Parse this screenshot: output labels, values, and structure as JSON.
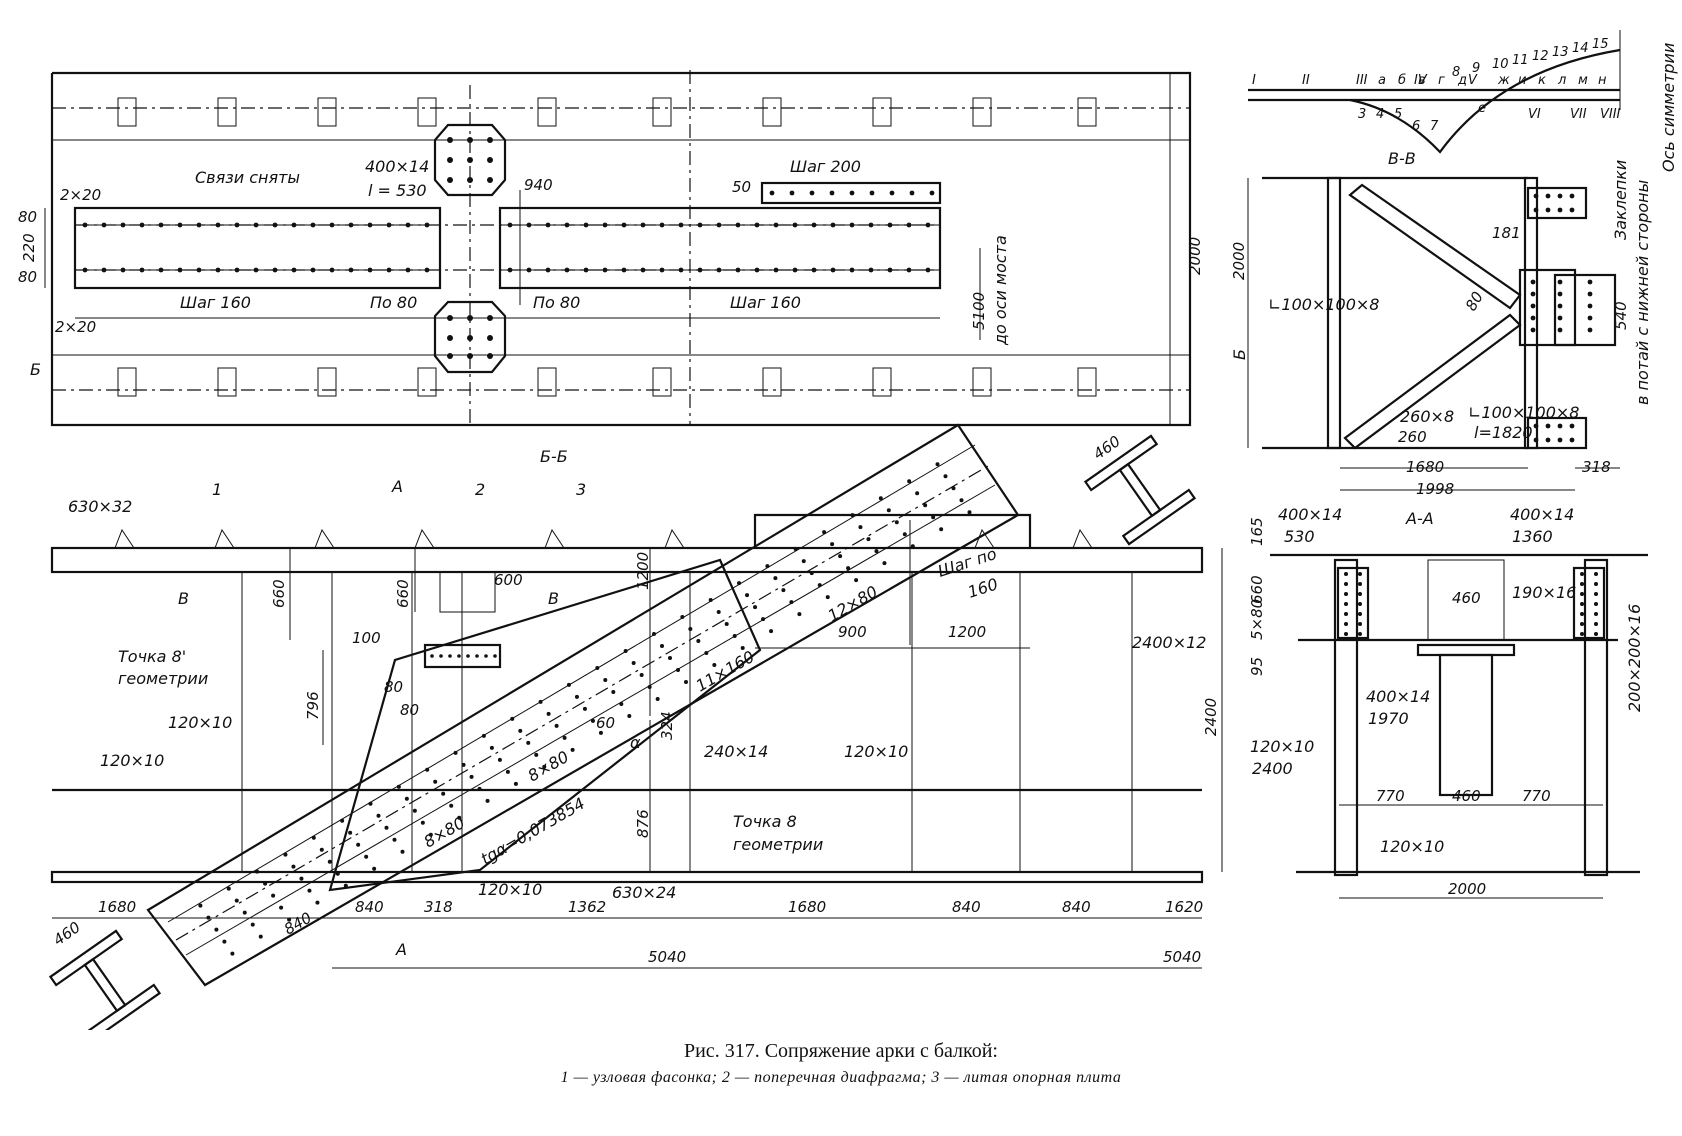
{
  "caption": {
    "title": "Рис. 317. Сопряжение арки с балкой:",
    "legend": "1 — узловая фасонка; 2 — поперечная диафрагма; 3 — литая опорная плита"
  },
  "plan_view": {
    "labels": {
      "links_removed": "Связи сняты",
      "plate_size": "400×14",
      "plate_length": "l = 530",
      "spacing_200": "Шаг 200",
      "spacing_160_left": "Шаг 160",
      "spacing_160_right": "Шаг 160",
      "by_80_left": "По 80",
      "by_80_right": "По 80",
      "to_bridge_axis": "до оси моста",
      "section_b": "Б"
    },
    "dims": {
      "d2x20_top": "2×20",
      "d2x20_bot": "2×20",
      "d80_top": "80",
      "d220": "220",
      "d80_bot": "80",
      "d940": "940",
      "d50": "50",
      "d5100": "5100",
      "d2000": "2000"
    }
  },
  "section_bb": {
    "title": "Б-Б",
    "labels": {
      "top_plate": "630×32",
      "item1": "1",
      "item2": "2",
      "item3": "3",
      "section_a_top": "А",
      "section_v_left": "В",
      "section_v_right": "В",
      "geom_point_8p_1": "Точка 8'",
      "geom_point_8p_2": "геометрии",
      "geom_point_8_1": "Точка 8",
      "geom_point_8_2": "геометрии",
      "stiff_120x10_a": "120×10",
      "stiff_120x10_b": "120×10",
      "stiff_120x10_c": "120×10",
      "stiff_120x10_d": "120×10",
      "plate_240x14": "240×14",
      "web_2400x12": "2400×12",
      "bottom_plate": "630×24",
      "tg_alpha": "tgα=0,073854",
      "alpha": "α",
      "spacing_160_1": "Шаг по",
      "spacing_160_2": "160",
      "pitch_12x80": "12×80",
      "pitch_11x160": "11×160",
      "pitch_8x80_a": "8×80",
      "pitch_8x80_b": "8×80",
      "section_a_bottom": "А"
    },
    "dims": {
      "d660_a": "660",
      "d660_b": "660",
      "d600": "600",
      "d100": "100",
      "d796": "796",
      "d80_a": "80",
      "d80_b": "80",
      "d60": "60",
      "d324": "324",
      "d876": "876",
      "d1200_v": "1200",
      "d900": "900",
      "d1200_h": "1200",
      "d2400": "2400",
      "d460_top": "460",
      "d460_bot": "460"
    },
    "bottom_chain": [
      "1680",
      "840",
      "318",
      "1362",
      "1680",
      "840",
      "840",
      "1620"
    ],
    "bottom_extra": {
      "d840_diag": "840",
      "d5040_a": "5040",
      "d5040_b": "5040"
    }
  },
  "section_vv": {
    "title": "В-В",
    "labels": {
      "angle_left": "∟100×100×8",
      "angle_diag": "∟100×100×8",
      "angle_len": "l=1820",
      "plate_260x8": "260×8",
      "rivets_note_1": "Заклепки",
      "rivets_note_2": "в потай с нижней стороны"
    },
    "dims": {
      "d2000": "2000",
      "d181": "181",
      "d80": "80",
      "d540": "540",
      "d260": "260",
      "d1680": "1680",
      "d1998": "1998",
      "d318": "318"
    }
  },
  "section_aa": {
    "title": "А-А",
    "labels": {
      "pl_400x14_530_a": "400×14",
      "pl_400x14_530_b": "530",
      "pl_400x14_1360_a": "400×14",
      "pl_400x14_1360_b": "1360",
      "pl_190x16": "190×16",
      "pl_200x200x16": "200×200×16",
      "pl_400x14_1970_a": "400×14",
      "pl_400x14_1970_b": "1970",
      "pl_120x10_2400_a": "120×10",
      "pl_120x10_2400_b": "2400",
      "pl_120x10": "120×10"
    },
    "dims": {
      "d165": "165",
      "d660": "660",
      "d5x80": "5×80",
      "d95": "95",
      "d460_top": "460",
      "d770_l": "770",
      "d460_mid": "460",
      "d770_r": "770",
      "d2000": "2000"
    }
  },
  "arch_scheme": {
    "roman": [
      "I",
      "II",
      "III",
      "IV",
      "V",
      "VI",
      "VII",
      "VIII"
    ],
    "letters": [
      "а",
      "б",
      "в",
      "г",
      "д",
      "е",
      "ж",
      "и",
      "к",
      "л",
      "м",
      "н"
    ],
    "numbers": [
      "3",
      "4",
      "5",
      "6",
      "7",
      "8",
      "9",
      "10",
      "11",
      "12",
      "13",
      "14",
      "15"
    ],
    "symmetry_axis": "Ось симметрии"
  }
}
